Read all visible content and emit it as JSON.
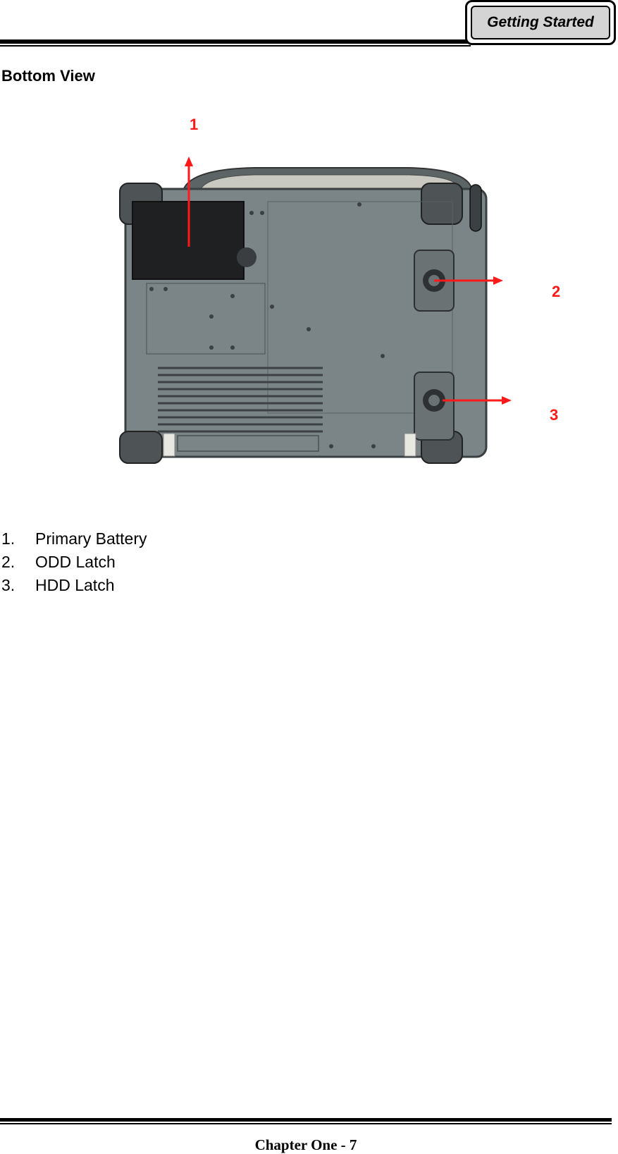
{
  "header": {
    "section_tab": "Getting Started"
  },
  "page_heading": "Bottom View",
  "figure": {
    "callouts": [
      "1",
      "2",
      "3"
    ],
    "callout_color": "#ff1a1a",
    "device_body_color": "#7b8486"
  },
  "legend": [
    {
      "num": "1.",
      "label": "Primary Battery"
    },
    {
      "num": "2.",
      "label": "ODD Latch"
    },
    {
      "num": "3.",
      "label": "HDD Latch"
    }
  ],
  "footer": {
    "page_label": "Chapter One - 7"
  }
}
